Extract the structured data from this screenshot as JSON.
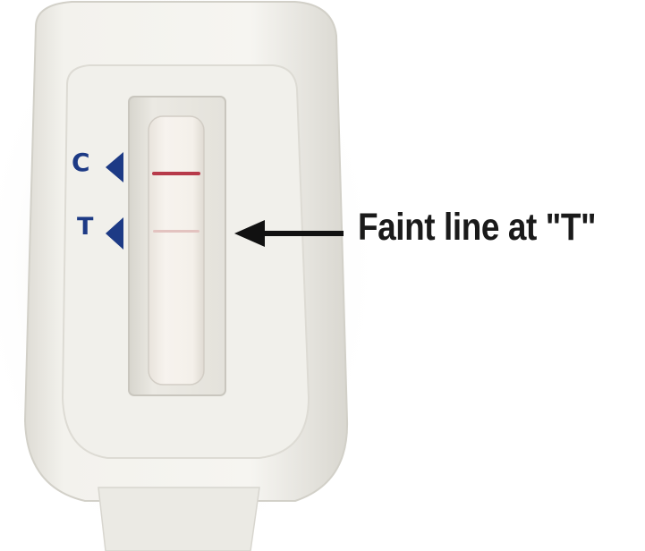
{
  "markers": {
    "control": "C",
    "test": "T"
  },
  "annotation": {
    "label": "Faint line at \"T\""
  },
  "colors": {
    "marker_blue": "#1d3a85",
    "control_line": "#b73a4a",
    "test_line": "#e3c3c0",
    "device_body": "#f2f1ec",
    "arrow": "#111111"
  },
  "icons": {
    "marker_pointer": "triangle-left-icon",
    "annotation_arrow": "arrow-left-icon"
  }
}
